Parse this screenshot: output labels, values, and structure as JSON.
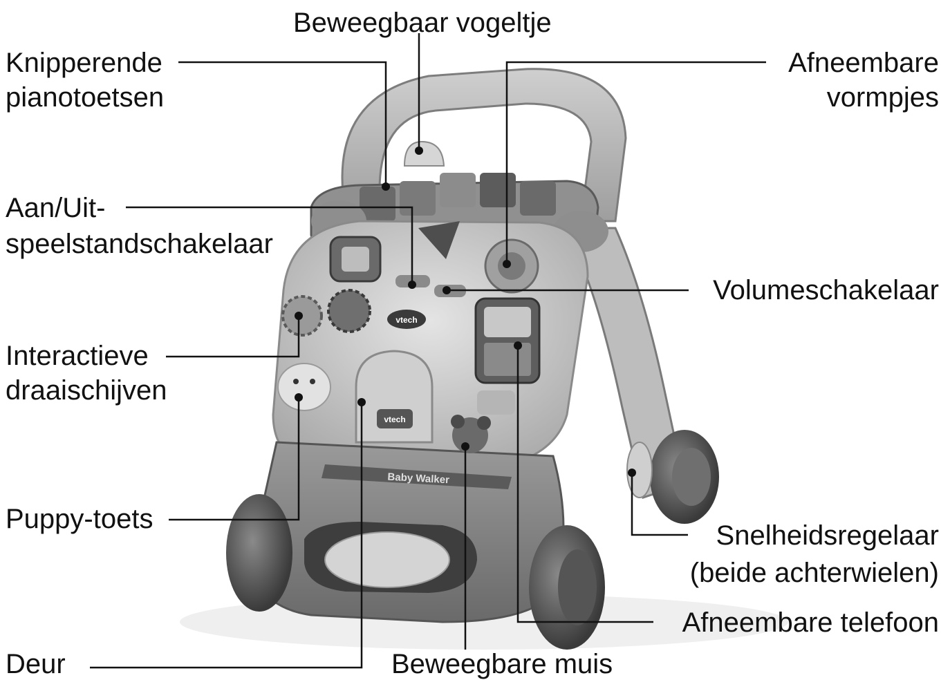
{
  "labels": {
    "bird": "Beweegbaar vogeltje",
    "piano_line1": "Knipperende",
    "piano_line2": "pianotoetsen",
    "shapes_line1": "Afneembare",
    "shapes_line2": "vormpjes",
    "power_line1": "Aan/Uit-",
    "power_line2": "speelstandschakelaar",
    "volume": "Volumeschakelaar",
    "dials_line1": "Interactieve",
    "dials_line2": "draaischijven",
    "puppy": "Puppy-toets",
    "speed_line1": "Snelheidsregelaar",
    "speed_line2": "(beide achterwielen)",
    "phone": "Afneembare telefoon",
    "door": "Deur",
    "mouse": "Beweegbare muis"
  },
  "product_badges": {
    "brand": "vtech",
    "name": "Baby Walker",
    "door_sign": "vtech"
  },
  "colors": {
    "line": "#111111",
    "toy_light": "#d9d9d9",
    "toy_mid": "#a8a8a8",
    "toy_dark": "#5c5c5c",
    "toy_darker": "#3a3a3a"
  }
}
